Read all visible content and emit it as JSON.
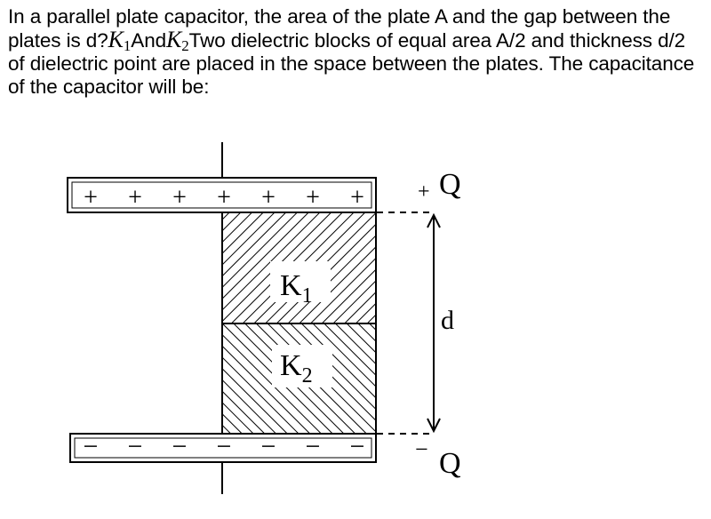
{
  "question": {
    "part1": "In a parallel plate capacitor, the area of the plate A and the gap between the plates is d?",
    "k1_symbol": "K",
    "k1_sub": "1",
    "conjunction": "And",
    "k2_symbol": "K",
    "k2_sub": "2",
    "part2": "Two dielectric blocks of equal area A/2 and thickness d/2 of dielectric point are placed in the space between the plates. The capacitance of the capacitor will be:"
  },
  "diagram": {
    "plus_sign": "+",
    "minus_sign": "−",
    "top_charge_sign": "+",
    "top_charge_letter": "Q",
    "bottom_charge_sign": "−",
    "bottom_charge_letter": "Q",
    "gap_label": "d",
    "k1_letter": "K",
    "k1_sub": "1",
    "k2_letter": "K",
    "k2_sub": "2"
  }
}
